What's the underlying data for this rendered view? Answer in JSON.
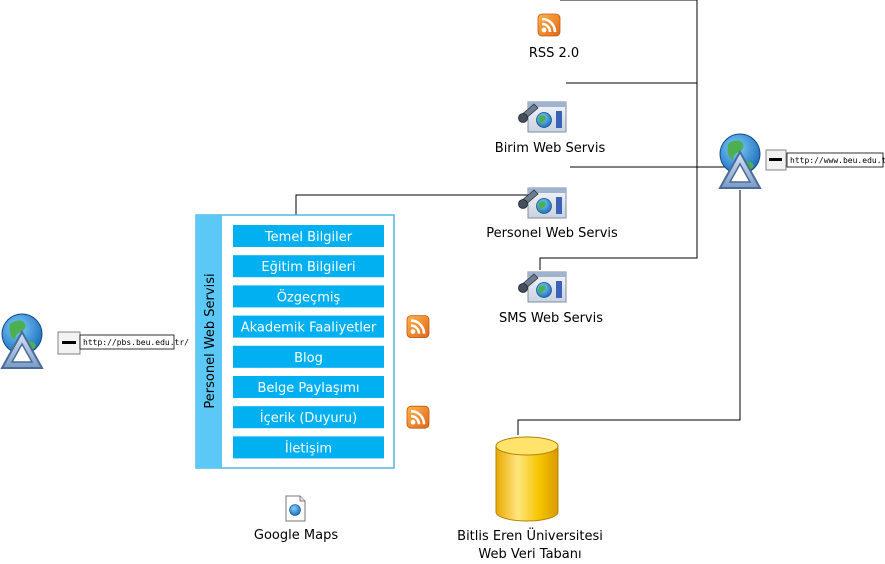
{
  "diagram": {
    "rss_label": "RSS 2.0",
    "services": {
      "birim": "Birim Web Servis",
      "personel": "Personel Web Servis",
      "sms": "SMS Web Servis"
    },
    "site_url": "http://www.beu.edu.tr/",
    "pbs_url": "http://pbs.beu.edu.tr/",
    "panel_title": "Personel Web Servisi",
    "menu_items": [
      {
        "label": "Temel Bilgiler",
        "rss": false
      },
      {
        "label": "Eğitim Bilgileri",
        "rss": false
      },
      {
        "label": "Özgeçmiş",
        "rss": false
      },
      {
        "label": "Akademik Faaliyetler",
        "rss": true
      },
      {
        "label": "Blog",
        "rss": false
      },
      {
        "label": "Belge Paylaşımı",
        "rss": false
      },
      {
        "label": "İçerik (Duyuru)",
        "rss": true
      },
      {
        "label": "İletişim",
        "rss": false
      }
    ],
    "maps_label": "Google Maps",
    "database_label_line1": "Bitlis Eren Üniversitesi",
    "database_label_line2": "Web Veri Tabanı",
    "colors": {
      "menu_fill": "#00b0f0",
      "panel_border": "#4fb8e6",
      "panel_sidebar": "#5bc8f5",
      "rss_orange": "#f28a1e",
      "db_fill": "#f5c400"
    }
  }
}
